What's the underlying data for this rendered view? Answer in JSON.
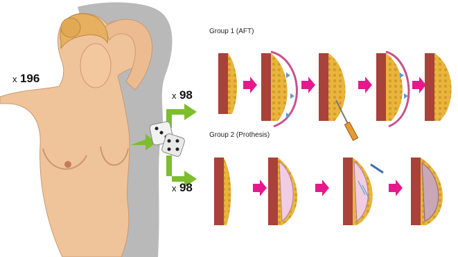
{
  "total_count": {
    "prefix": "x",
    "value": "196"
  },
  "group_top_count": {
    "prefix": "x",
    "value": "98"
  },
  "group_bottom_count": {
    "prefix": "x",
    "value": "98"
  },
  "group1": {
    "title": "Group 1 (AFT)"
  },
  "group2": {
    "title": "Group 2 (Prothesis)"
  },
  "colors": {
    "arrow_green": "#7dbd2e",
    "arrow_magenta": "#e6198c",
    "skin": "#f2c79a",
    "shadow": "#b4b4b4",
    "tissue_yellow": "#e9b43c",
    "muscle_red": "#a8423a",
    "implant_pink": "#f0cde0",
    "suction_pink": "#c8508c"
  },
  "icons": [
    "female-torso-illustration",
    "dice-icon",
    "syringe-icon",
    "needle-icon"
  ]
}
